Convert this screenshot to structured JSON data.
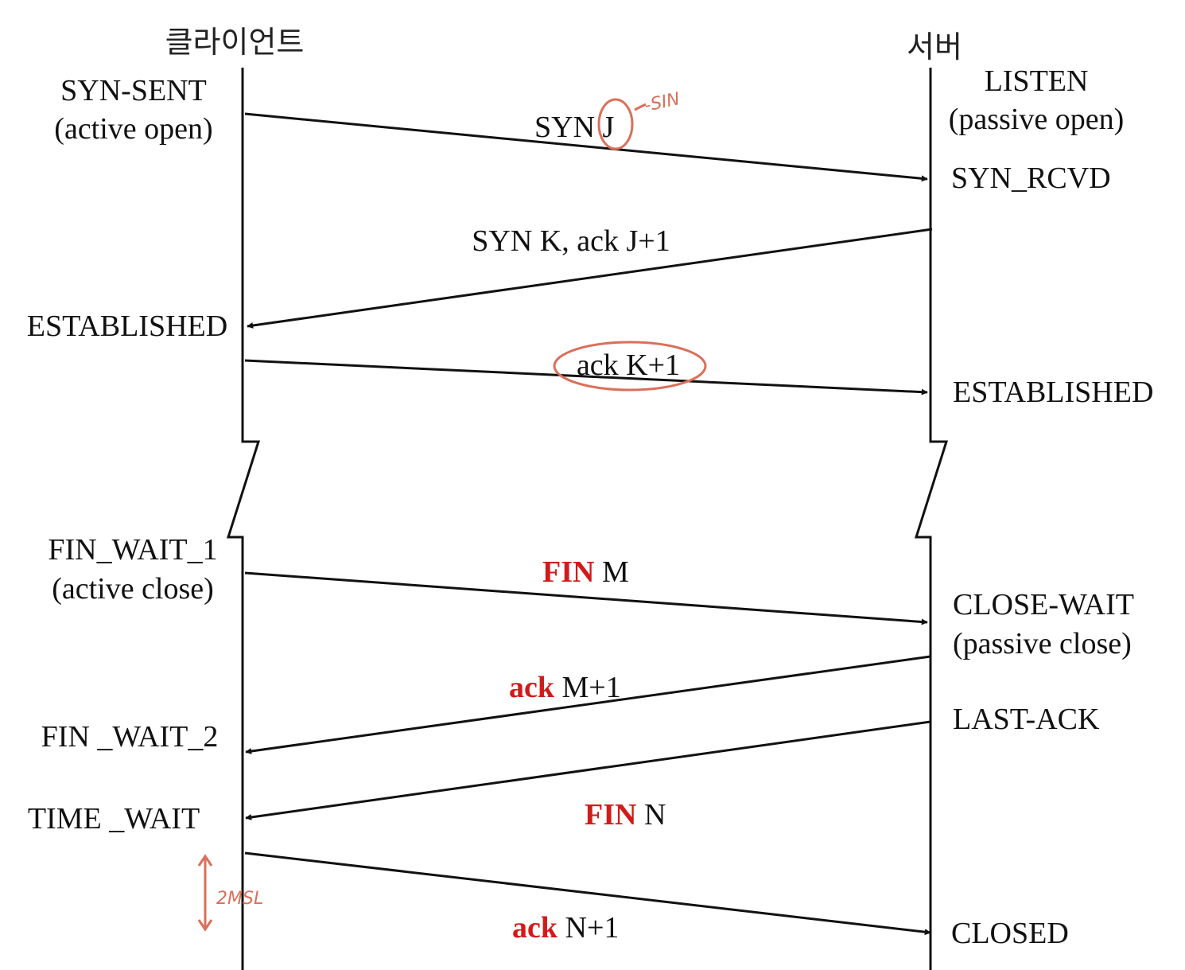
{
  "headers": {
    "client": "클라이언트",
    "server": "서버"
  },
  "client_states": {
    "syn_sent": "SYN-SENT",
    "active_open": "(active open)",
    "established": "ESTABLISHED",
    "fin_wait_1": "FIN_WAIT_1",
    "active_close": "(active close)",
    "fin_wait_2": "FIN _WAIT_2",
    "time_wait": "TIME _WAIT"
  },
  "server_states": {
    "listen": "LISTEN",
    "passive_open": "(passive open)",
    "syn_rcvd": "SYN_RCVD",
    "established": "ESTABLISHED",
    "close_wait": "CLOSE-WAIT",
    "passive_close": "(passive close)",
    "last_ack": "LAST-ACK",
    "closed": "CLOSED"
  },
  "messages": {
    "syn_prefix": "SYN ",
    "syn_j": "J",
    "syn_k_ack": "SYN K, ack J+1",
    "ack_k1": "ack K+1",
    "fin": "FIN",
    "fin_m_suffix": " M",
    "ack": "ack",
    "ack_m1_suffix": " M+1",
    "fin_n_suffix": " N",
    "ack_n1_suffix": " N+1"
  },
  "annotations": {
    "sin": "-SIN",
    "two_msl": "2MSL"
  },
  "colors": {
    "highlight": "#d21a1a",
    "handwriting": "#d9705a",
    "ink": "#111111"
  }
}
